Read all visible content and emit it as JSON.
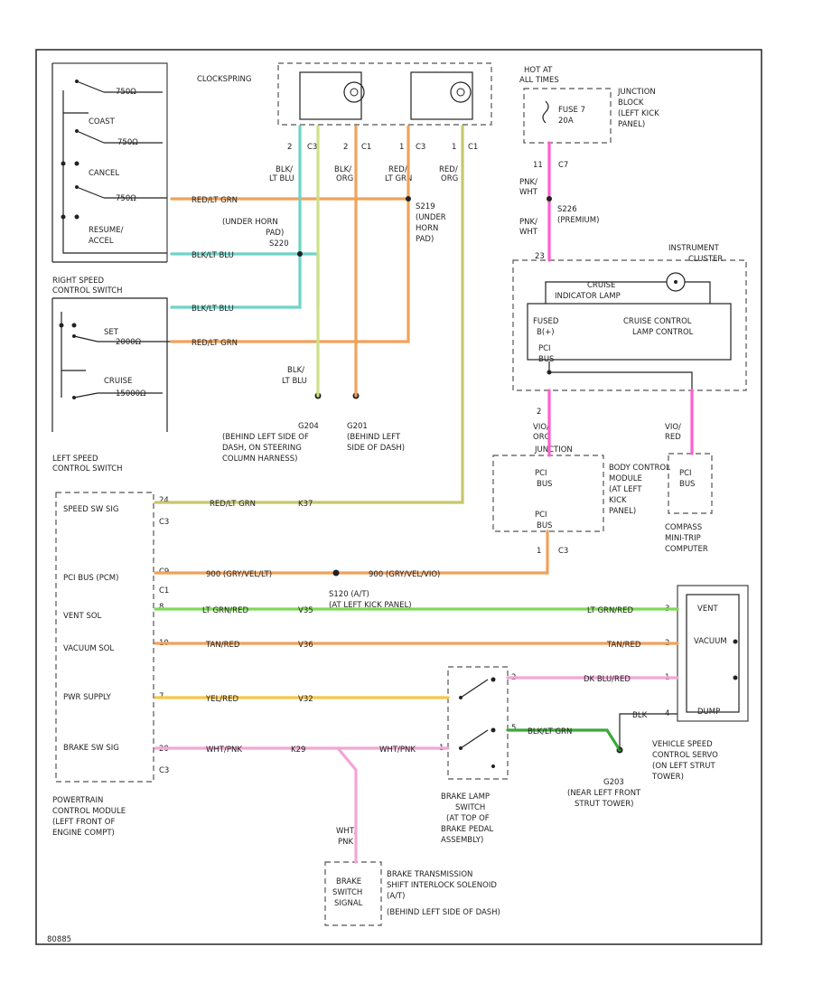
{
  "colors": {
    "orange": "#f0a15a",
    "light_green": "#7ed957",
    "green": "#3aa83a",
    "yellow": "#f5c64a",
    "pink": "#ff5fd0",
    "light_pink": "#f2a6d6",
    "teal": "#6fd3c8",
    "pale_green": "#cfe08a",
    "olive": "#c8c86a",
    "frame": "#333333"
  },
  "top": {
    "clockspring": "CLOCKSPRING",
    "hot_at_all_times": [
      "HOT AT",
      "ALL TIMES"
    ],
    "fuse": [
      "FUSE 7",
      "20A"
    ],
    "junction_block": [
      "JUNCTION",
      "BLOCK",
      "(LEFT KICK",
      "PANEL)"
    ],
    "connectors": {
      "c3_2": "2",
      "c3_2_lbl": "C3",
      "c1_2": "2",
      "c1_2_lbl": "C1",
      "c3_1": "1",
      "c3_1_lbl": "C3",
      "c1_1": "1",
      "c1_1_lbl": "C1",
      "c7_11": "11",
      "c7_lbl": "C7"
    },
    "wire_labels": {
      "blk_lt_blu": [
        "BLK/",
        "LT BLU"
      ],
      "blk_org": [
        "BLK/",
        "ORG"
      ],
      "red_lt_grn": [
        "RED/",
        "LT GRN"
      ],
      "red_org": [
        "RED/",
        "ORG"
      ],
      "pnk_wht": [
        "PNK/",
        "WHT"
      ],
      "pnk_wht_2": [
        "PNK/",
        "WHT"
      ]
    },
    "splices": {
      "s226": [
        "S226",
        "(PREMIUM)"
      ],
      "s219": [
        "S219",
        "(UNDER",
        "HORN",
        "PAD)"
      ],
      "under_horn": [
        "(UNDER HORN",
        "PAD)",
        "S220"
      ]
    }
  },
  "right_switch": {
    "caption": [
      "RIGHT SPEED",
      "CONTROL SWITCH"
    ],
    "labels": [
      "COAST",
      "CANCEL",
      "RESUME/",
      "ACCEL"
    ],
    "res_labels": [
      "750Ω",
      "750Ω",
      "750Ω"
    ],
    "wires": [
      "RED/LT GRN",
      "BLK/LT BLU"
    ]
  },
  "left_switch": {
    "caption": [
      "LEFT SPEED",
      "CONTROL SWITCH"
    ],
    "labels": [
      "SET",
      "CRUISE"
    ],
    "res_labels": [
      "2000Ω",
      "15000Ω"
    ],
    "wires": [
      "BLK/LT BLU",
      "RED/LT GRN"
    ],
    "bottom_wire": [
      "BLK/",
      "LT BLU"
    ]
  },
  "grounds": {
    "g204": [
      "G204",
      "(BEHIND LEFT SIDE OF",
      "DASH, ON STEERING",
      "COLUMN HARNESS)"
    ],
    "g201": [
      "G201",
      "(BEHIND LEFT",
      "SIDE OF DASH)"
    ],
    "g203": [
      "G203",
      "(NEAR LEFT FRONT",
      "STRUT TOWER)"
    ]
  },
  "instrument_cluster": {
    "title": [
      "INSTRUMENT",
      "CLUSTER"
    ],
    "indicator": [
      "CRUISE",
      "INDICATOR LAMP"
    ],
    "left": [
      "FUSED",
      "B(+)"
    ],
    "right": [
      "CRUISE CONTROL",
      "LAMP CONTROL"
    ],
    "pci": [
      "PCI",
      "BUS"
    ],
    "pin_23": "23"
  },
  "bcm": {
    "pci": [
      "PCI",
      "BUS"
    ],
    "pci2": [
      "PCI",
      "BUS"
    ],
    "name": [
      "BODY CONTROL",
      "MODULE",
      "(AT LEFT",
      "KICK",
      "PANEL)"
    ],
    "junction_label": "JUNCTION",
    "pin2": "2",
    "pin1": "1",
    "c3": "C3",
    "wire_left": [
      "VIO/",
      "ORG"
    ],
    "wire_right": [
      "VIO/",
      "RED"
    ]
  },
  "compass": {
    "pci": [
      "PCI",
      "BUS"
    ],
    "name": [
      "COMPASS",
      "MINI-TRIP",
      "COMPUTER"
    ]
  },
  "pcm": {
    "pins": [
      "SPEED SW SIG",
      "PCI BUS (PCM)",
      "VENT SOL",
      "VACUUM SOL",
      "PWR SUPPLY",
      "BRAKE SW SIG"
    ],
    "pin_nums": [
      "24",
      "C9",
      "8",
      "10",
      "7",
      "20"
    ],
    "conn": [
      "C3",
      "C1",
      "C3"
    ],
    "caption": [
      "POWERTRAIN",
      "CONTROL MODULE",
      "(LEFT FRONT OF",
      "ENGINE COMPT)"
    ],
    "wires": {
      "w1": "RED/LT GRN",
      "w1b": "K37",
      "w2a": "900 (GRY/VEL/LT)",
      "w2b": "900 (GRY/VEL/VIO)",
      "w3a": "LT GRN/RED",
      "w3b": "V35",
      "w3c": "LT GRN/RED",
      "w4a": "TAN/RED",
      "w4b": "V36",
      "w4c": "TAN/RED",
      "w5a": "YEL/RED",
      "w5b": "V32",
      "w6a": "WHT/PNK",
      "w6b": "K29",
      "w6c": "WHT/PNK"
    },
    "splice": [
      "S120 (A/T)",
      "(AT LEFT KICK PANEL)"
    ]
  },
  "servo": {
    "pins": [
      "VENT",
      "VACUUM",
      "",
      "DUMP"
    ],
    "pin_nums": [
      "3",
      "2",
      "1",
      "4"
    ],
    "caption": [
      "VEHICLE SPEED",
      "CONTROL SERVO",
      "(ON LEFT STRUT",
      "TOWER)"
    ],
    "wires": [
      "DK BLU/RED",
      "BLK",
      "BLK/LT GRN"
    ]
  },
  "brake_switch": {
    "caption": [
      "BRAKE LAMP",
      "SWITCH",
      "(AT TOP OF",
      "BRAKE PEDAL",
      "ASSEMBLY)"
    ],
    "pins": [
      "2",
      "5",
      "1"
    ]
  },
  "shift": {
    "box": [
      "BRAKE",
      "SWITCH",
      "SIGNAL"
    ],
    "caption": [
      "BRAKE TRANSMISSION",
      "SHIFT INTERLOCK SOLENOID",
      "(A/T)",
      "(BEHIND LEFT SIDE OF DASH)"
    ],
    "wire": [
      "WHT/",
      "PNK"
    ]
  },
  "footer": "80885"
}
